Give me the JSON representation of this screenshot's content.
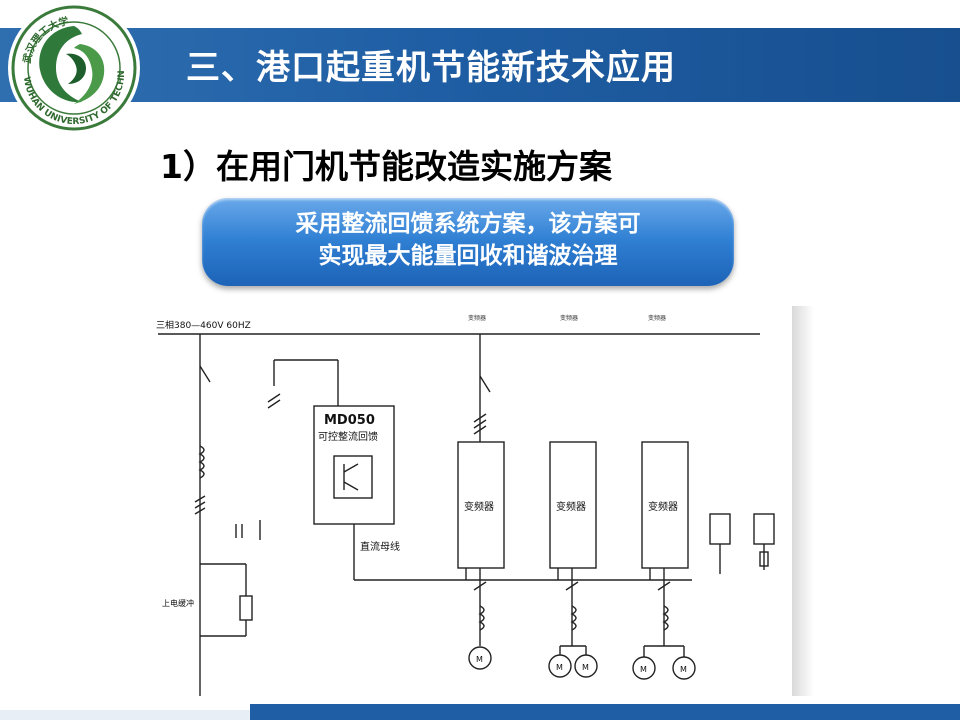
{
  "header": {
    "title": "三、港口起重机节能新技术应用",
    "logo": {
      "icon": "university-seal-icon",
      "ring_text": "WUHAN UNIVERSITY OF TECHNOLOGY",
      "top_text": "武汉理工大学"
    }
  },
  "section": {
    "heading": "1）在用门机节能改造实施方案"
  },
  "callout": {
    "line1": "采用整流回馈系统方案，该方案可",
    "line2": "实现最大能量回收和谐波治理"
  },
  "diagram": {
    "supply_label": "三相380—460V 60HZ",
    "module": {
      "name": "MD050",
      "subtitle": "可控整流回馈"
    },
    "dc_bus_label": "直流母线",
    "top_labels": [
      "变频器",
      "变频器",
      "变频器"
    ],
    "inverters": [
      "变频器",
      "变频器",
      "变频器"
    ],
    "motor_label": "M",
    "brake_label": "上电缓冲"
  },
  "colors": {
    "title_bar": "#1f5ea4",
    "callout": "#2f7fd3",
    "text": "#000000"
  }
}
